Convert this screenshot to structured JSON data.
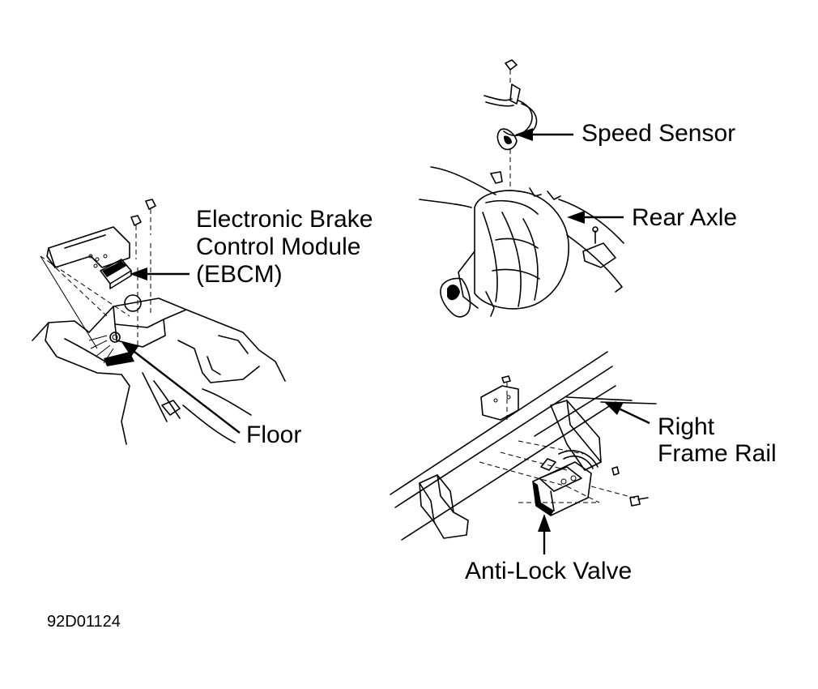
{
  "labels": {
    "speed_sensor": "Speed Sensor",
    "rear_axle": "Rear Axle",
    "ebcm_line1": "Electronic Brake",
    "ebcm_line2": "Control Module",
    "ebcm_line3": "(EBCM)",
    "floor": "Floor",
    "right_frame_rail_line1": "Right",
    "right_frame_rail_line2": "Frame Rail",
    "anti_lock_valve": "Anti-Lock Valve"
  },
  "figure_code": "92D01124"
}
